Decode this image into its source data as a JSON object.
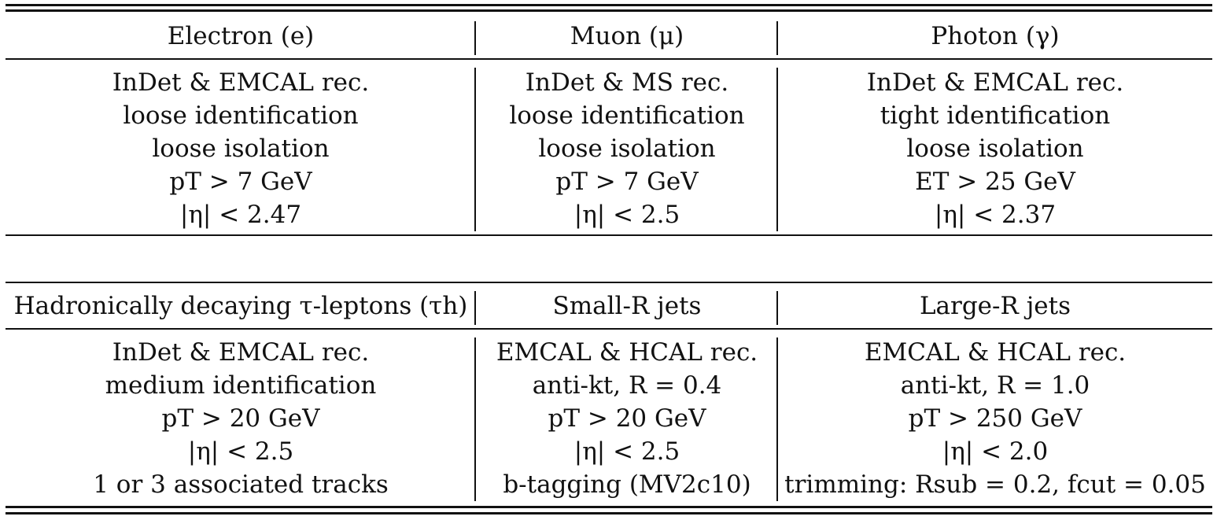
{
  "top_table": {
    "headers": [
      "Electron (e)",
      "Muon (μ)",
      "Photon (γ)"
    ],
    "rows": [
      [
        "InDet & EMCAL rec.",
        "InDet & MS rec.",
        "InDet & EMCAL rec."
      ],
      [
        "loose identification",
        "loose identification",
        "tight identification"
      ],
      [
        "loose isolation",
        "loose isolation",
        "loose isolation"
      ],
      [
        "pT > 7 GeV",
        "pT > 7 GeV",
        "ET > 25 GeV"
      ],
      [
        "|η| < 2.47",
        "|η| < 2.5",
        "|η| < 2.37"
      ]
    ]
  },
  "bottom_table": {
    "headers": [
      "Hadronically decaying τ-leptons (τh)",
      "Small-R jets",
      "Large-R jets"
    ],
    "rows": [
      [
        "InDet & EMCAL rec.",
        "EMCAL & HCAL rec.",
        "EMCAL & HCAL rec."
      ],
      [
        "medium identification",
        "anti-kt, R = 0.4",
        "anti-kt, R = 1.0"
      ],
      [
        "pT > 20 GeV",
        "pT > 20 GeV",
        "pT > 250 GeV"
      ],
      [
        "|η| < 2.5",
        "|η| < 2.5",
        "|η| < 2.0"
      ],
      [
        "1 or 3 associated tracks",
        "b-tagging (MV2c10)",
        "trimming: Rsub = 0.2, fcut = 0.05"
      ]
    ]
  }
}
